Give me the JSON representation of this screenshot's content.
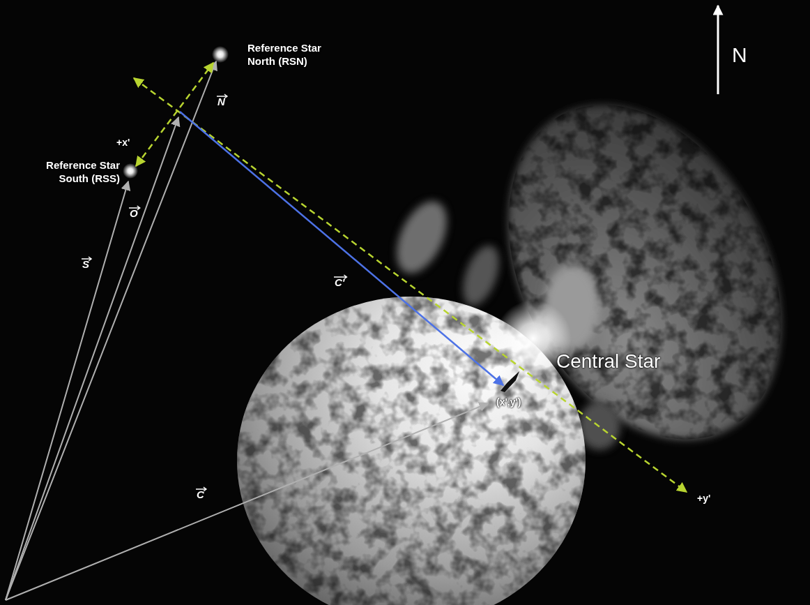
{
  "diagram": {
    "labels": [
      "Reference Star North (RSN)",
      "N",
      "N",
      "+x'",
      "Reference Star South (RSS)",
      "O",
      "C'",
      "S",
      "Central Star",
      "(x',y')",
      "+y'",
      "C"
    ]
  }
}
